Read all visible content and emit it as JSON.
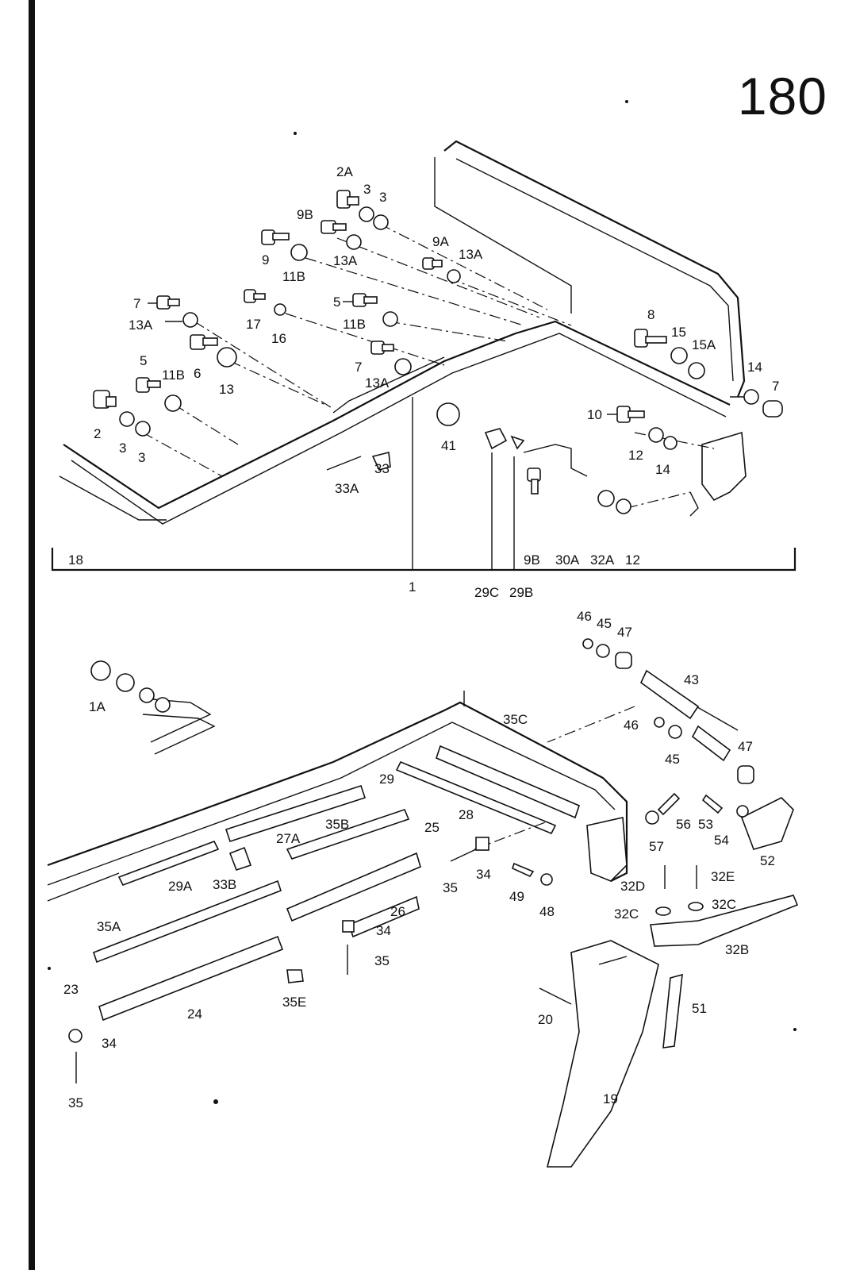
{
  "page_number": "180",
  "callouts": {
    "c2A": "2A",
    "c3a": "3",
    "c3b": "3",
    "c9B": "9B",
    "c9": "9",
    "c11Ba": "11B",
    "c13Aa": "13A",
    "c9A": "9A",
    "c13Ab": "13A",
    "c7a": "7",
    "c13Ac": "13A",
    "c17": "17",
    "c16": "16",
    "c5a": "5",
    "c11Bb": "11B",
    "c6": "6",
    "c13": "13",
    "c5b": "5",
    "c11Bc": "11B",
    "c7b": "7",
    "c13Ad": "13A",
    "c2": "2",
    "c3c": "3",
    "c3d": "3",
    "c8": "8",
    "c15": "15",
    "c15A": "15A",
    "c14a": "14",
    "c7c": "7",
    "c10": "10",
    "c12a": "12",
    "c14b": "14",
    "c41": "41",
    "c33": "33",
    "c33A": "33A",
    "c9Bb": "9B",
    "c30A": "30A",
    "c32A": "32A",
    "c12b": "12",
    "c18": "18",
    "c1": "1",
    "c29C": "29C",
    "c29B": "29B",
    "c46a": "46",
    "c45a": "45",
    "c47a": "47",
    "c43": "43",
    "c46b": "46",
    "c45b": "45",
    "c47b": "47",
    "c1A": "1A",
    "c35C": "35C",
    "c29": "29",
    "c28": "28",
    "c27A": "27A",
    "c35B": "35B",
    "c25": "25",
    "c29A": "29A",
    "c33B": "33B",
    "c35a": "35",
    "c34a": "34",
    "c49": "49",
    "c48": "48",
    "c56": "56",
    "c53": "53",
    "c57": "57",
    "c54": "54",
    "c52": "52",
    "c32D": "32D",
    "c32E": "32E",
    "c32Ca": "32C",
    "c32Cb": "32C",
    "c32B": "32B",
    "c35A": "35A",
    "c26": "26",
    "c34b": "34",
    "c35b": "35",
    "c23": "23",
    "c24": "24",
    "c35E": "35E",
    "c34c": "34",
    "c35c": "35",
    "c20": "20",
    "c51": "51",
    "c19": "19"
  }
}
